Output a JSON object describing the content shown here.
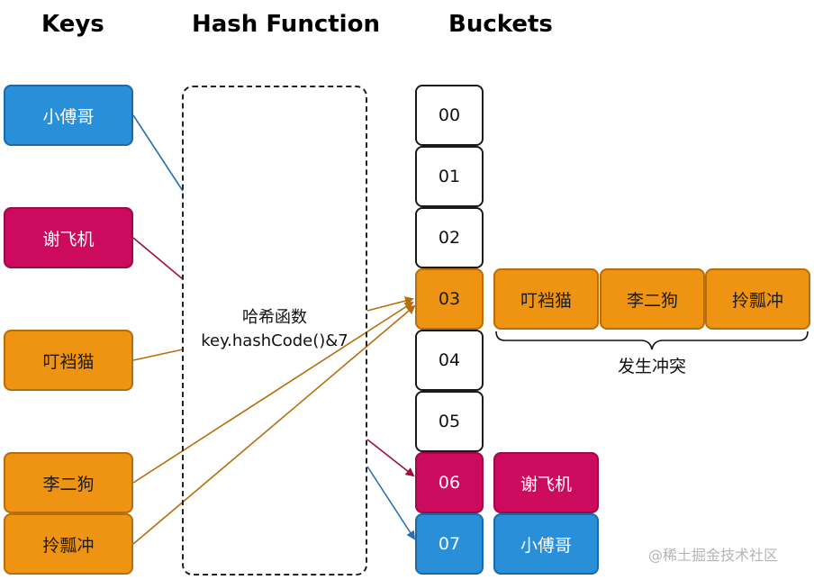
{
  "headers": {
    "keys": "Keys",
    "hash_function": "Hash Function",
    "buckets": "Buckets"
  },
  "keys": [
    "小傅哥",
    "谢飞机",
    "叮裆猫",
    "李二狗",
    "拎瓢冲"
  ],
  "hash_function": {
    "line1": "哈希函数",
    "line2": "key.hashCode()&7"
  },
  "buckets": [
    "00",
    "01",
    "02",
    "03",
    "04",
    "05",
    "06",
    "07"
  ],
  "chain_03": [
    "叮裆猫",
    "李二狗",
    "拎瓢冲"
  ],
  "collision_label": "发生冲突",
  "chain_06": [
    "谢飞机"
  ],
  "chain_07": [
    "小傅哥"
  ],
  "watermark": "@稀土掘金技术社区",
  "colors": {
    "blue": "#2a8fd9",
    "red": "#cc0a5e",
    "orange": "#ef9312",
    "line_blue": "#2a6fb0",
    "line_red": "#a0103f",
    "line_orange": "#b66d0c"
  }
}
